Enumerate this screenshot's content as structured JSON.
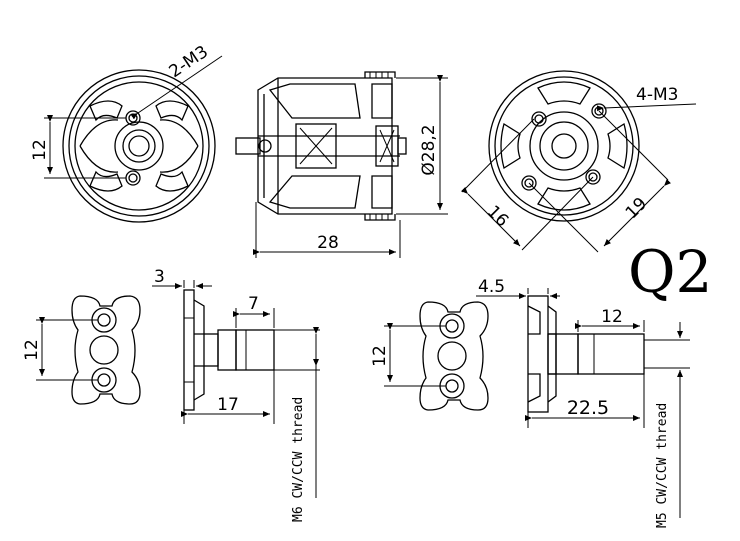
{
  "title": "Q2",
  "motor_front": {
    "hole_label": "2-M3",
    "dim_height": "12"
  },
  "motor_side": {
    "dim_width": "28",
    "dim_diameter": "Ø28,2"
  },
  "motor_back": {
    "hole_label": "4-M3",
    "dim_a": "16",
    "dim_b": "19"
  },
  "adapter_m6": {
    "dim_height": "12",
    "dim_top": "3",
    "dim_shaft": "7",
    "dim_length": "17",
    "thread": "M6 CW/CCW thread"
  },
  "adapter_m5": {
    "dim_height": "12",
    "dim_top": "4.5",
    "dim_shaft": "12",
    "dim_length": "22.5",
    "thread": "M5 CW/CCW thread"
  }
}
